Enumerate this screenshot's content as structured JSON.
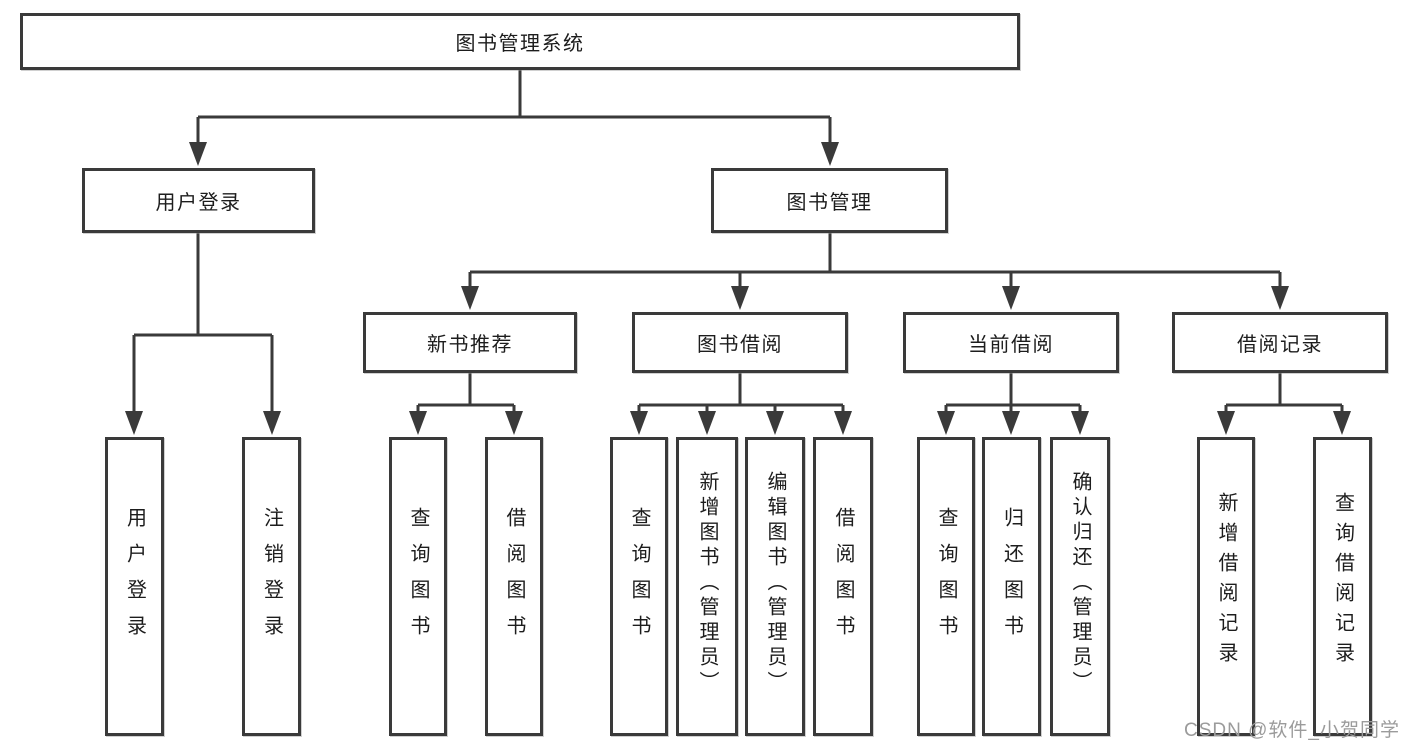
{
  "tree": {
    "root": "图书管理系统",
    "level2": [
      {
        "label": "用户登录",
        "children": [
          {
            "label": "用户登录"
          },
          {
            "label": "注销登录"
          }
        ]
      },
      {
        "label": "图书管理",
        "children": [
          {
            "label": "新书推荐",
            "children": [
              {
                "label": "查询图书"
              },
              {
                "label": "借阅图书"
              }
            ]
          },
          {
            "label": "图书借阅",
            "children": [
              {
                "label": "查询图书"
              },
              {
                "label": "新增图书（管理员）"
              },
              {
                "label": "编辑图书（管理员）"
              },
              {
                "label": "借阅图书"
              }
            ]
          },
          {
            "label": "当前借阅",
            "children": [
              {
                "label": "查询图书"
              },
              {
                "label": "归还图书"
              },
              {
                "label": "确认归还（管理员）"
              }
            ]
          },
          {
            "label": "借阅记录",
            "children": [
              {
                "label": "新增借阅记录"
              },
              {
                "label": "查询借阅记录"
              }
            ]
          }
        ]
      }
    ]
  },
  "watermark": {
    "text": "CSDN @软件_小贺同学"
  },
  "colors": {
    "line": "#3a3a3a",
    "box_border": "#3a3a3a",
    "box_fill": "#ffffff",
    "text": "#1d1d1d",
    "watermark": "#9b9b9b",
    "background": "#ffffff"
  }
}
